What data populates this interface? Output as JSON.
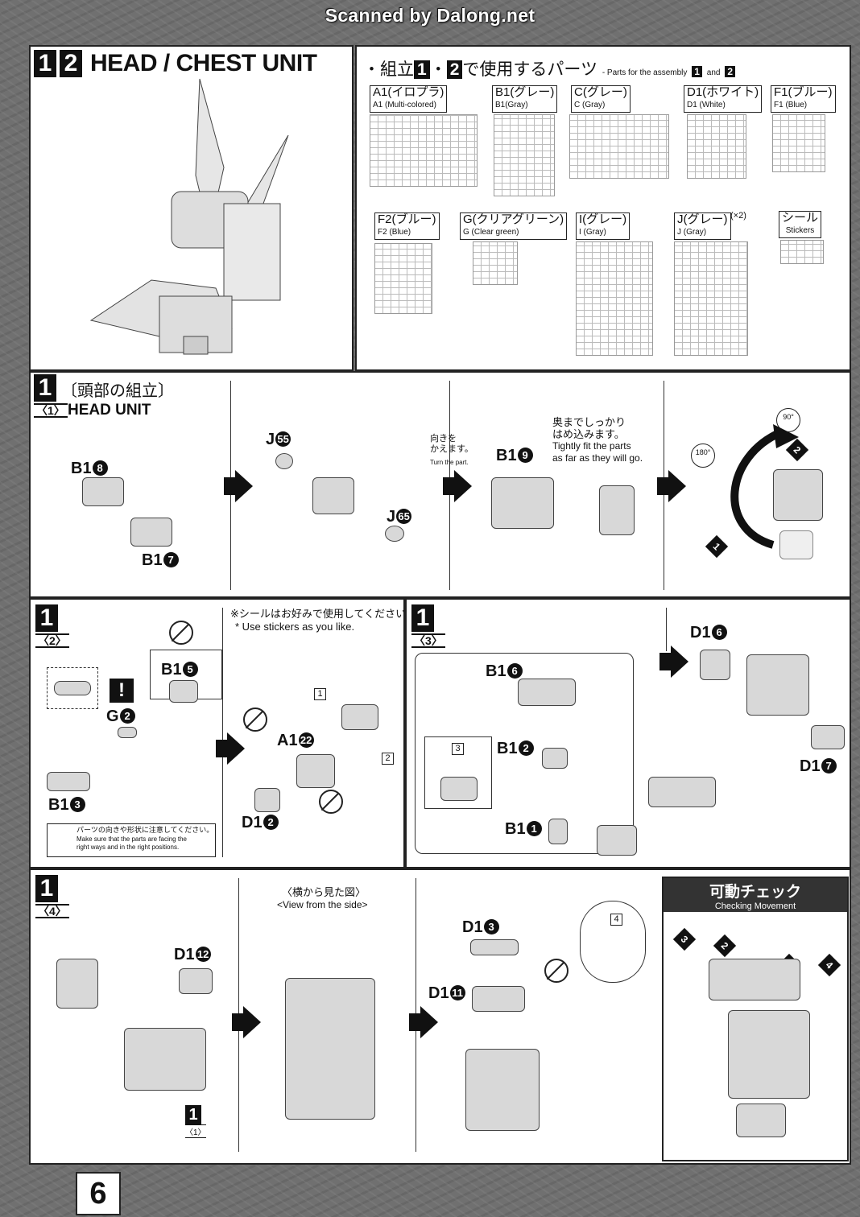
{
  "scan_credit": "Scanned by Dalong.net",
  "header": {
    "step1": "1",
    "step2": "2",
    "title": "HEAD / CHEST UNIT"
  },
  "parts": {
    "title_ja_prefix": "・組立",
    "title_n1": "1",
    "title_dot": "・",
    "title_n2": "2",
    "title_ja_suffix": "で使用するパーツ",
    "title_en": "- Parts for the assembly",
    "title_and": "and",
    "items": [
      {
        "ja": "A1(イロプラ)",
        "en": "A1 (Multi-colored)"
      },
      {
        "ja": "B1(グレー)",
        "en": "B1(Gray)"
      },
      {
        "ja": "C(グレー)",
        "en": "C (Gray)"
      },
      {
        "ja": "D1(ホワイト)",
        "en": "D1 (White)"
      },
      {
        "ja": "F1(ブルー)",
        "en": "F1 (Blue)"
      },
      {
        "ja": "F2(ブルー)",
        "en": "F2 (Blue)"
      },
      {
        "ja": "G(クリアグリーン)",
        "en": "G (Clear green)"
      },
      {
        "ja": "I(グレー)",
        "en": "I (Gray)"
      },
      {
        "ja": "J(グレー)",
        "en": "J (Gray)"
      },
      {
        "ja": "シール",
        "en": "Stickers"
      }
    ],
    "j_multiplier": "(×2)"
  },
  "step1_1": {
    "step": "1",
    "sub": "〈1〉",
    "title_ja": "〔頭部の組立〕",
    "title_en": "HEAD UNIT",
    "turn_ja": "向きを\nかえます。",
    "turn_en": "Turn the part.",
    "fit_ja": "奥までしっかり\nはめ込みます。",
    "fit_en": "Tightly fit the parts\nas far as they will go.",
    "deg90": "90°",
    "deg180": "180°",
    "labels": [
      {
        "p": "B1",
        "n": "8"
      },
      {
        "p": "B1",
        "n": "7"
      },
      {
        "p": "J",
        "n": "55"
      },
      {
        "p": "J",
        "n": "65"
      },
      {
        "p": "B1",
        "n": "9"
      }
    ],
    "order": [
      "1",
      "2"
    ]
  },
  "step1_2": {
    "step": "1",
    "sub": "〈2〉",
    "sticker_note_ja": "※シールはお好みで使用してください。",
    "sticker_note_en": "* Use stickers as you like.",
    "caution_ja": "パーツの向きや形状に注意してください。",
    "caution_en": "Make sure that the parts are facing the\nright ways and in the right positions.",
    "excl": "!",
    "labels": [
      {
        "p": "B1",
        "n": "5"
      },
      {
        "p": "G",
        "n": "2"
      },
      {
        "p": "B1",
        "n": "3"
      },
      {
        "p": "A1",
        "n": "22"
      },
      {
        "p": "D1",
        "n": "2"
      }
    ],
    "stickers": [
      "1",
      "2"
    ]
  },
  "step1_3": {
    "step": "1",
    "sub": "〈3〉",
    "labels": [
      {
        "p": "B1",
        "n": "6"
      },
      {
        "p": "B1",
        "n": "2"
      },
      {
        "p": "B1",
        "n": "1"
      },
      {
        "p": "D1",
        "n": "6"
      },
      {
        "p": "D1",
        "n": "7"
      }
    ],
    "sticker": "3"
  },
  "step1_4": {
    "step": "1",
    "sub": "〈4〉",
    "side_ja": "〈横から見た図〉",
    "side_en": "<View from the side>",
    "labels": [
      {
        "p": "D1",
        "n": "12"
      },
      {
        "p": "D1",
        "n": "3"
      },
      {
        "p": "D1",
        "n": "11"
      }
    ],
    "ref_step": "1",
    "ref_sub": "〈1〉",
    "sticker": "4",
    "check_ja": "可動チェック",
    "check_en": "Checking Movement",
    "check_nums": [
      "1",
      "2",
      "3",
      "4"
    ]
  },
  "page_number": "6"
}
